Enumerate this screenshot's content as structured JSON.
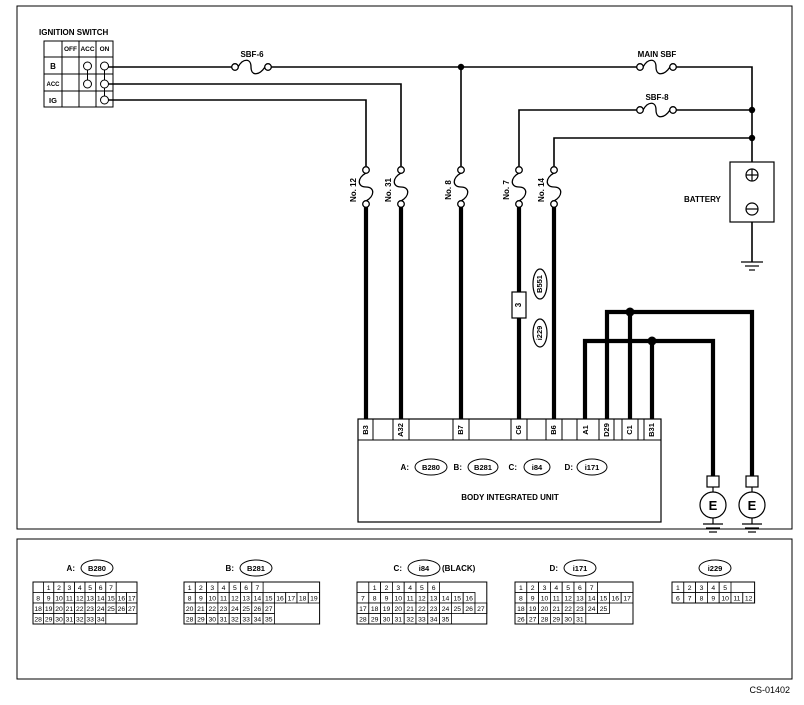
{
  "ignition_switch": {
    "title": "IGNITION SWITCH",
    "columns": [
      "OFF",
      "ACC",
      "ON"
    ],
    "rows": [
      "B",
      "ACC",
      "IG"
    ]
  },
  "fuses": {
    "sbf6": "SBF-6",
    "main_sbf": "MAIN SBF",
    "sbf8": "SBF-8",
    "no12": "No. 12",
    "no31": "No. 31",
    "no8": "No. 8",
    "no7": "No. 7",
    "no14": "No. 14"
  },
  "battery": {
    "label": "BATTERY"
  },
  "joint_connector": {
    "pin": "3",
    "connector1": "B551",
    "connector2": "i229"
  },
  "unit": {
    "pins": [
      "B3",
      "A32",
      "B7",
      "C6",
      "B6",
      "A1",
      "D29",
      "C1",
      "B31"
    ],
    "connector_prefixes": [
      "A:",
      "B:",
      "C:",
      "D:"
    ],
    "connectors": [
      "B280",
      "B281",
      "i84",
      "i171"
    ],
    "name": "BODY INTEGRATED UNIT"
  },
  "grounds": [
    "E",
    "E"
  ],
  "connector_views": [
    {
      "prefix": "A:",
      "id": "B280",
      "suffix": "",
      "rows": [
        [
          "1",
          "2",
          "3",
          "4",
          "5",
          "6",
          "7"
        ],
        [
          "8",
          "9",
          "10",
          "11",
          "12",
          "13",
          "14",
          "15",
          "16",
          "17"
        ],
        [
          "18",
          "19",
          "20",
          "21",
          "22",
          "23",
          "24",
          "25",
          "26",
          "27"
        ],
        [
          "28",
          "29",
          "30",
          "31",
          "32",
          "33",
          "34"
        ]
      ]
    },
    {
      "prefix": "B:",
      "id": "B281",
      "suffix": "",
      "rows": [
        [
          "1",
          "2",
          "3",
          "4",
          "5",
          "6",
          "7"
        ],
        [
          "8",
          "9",
          "10",
          "11",
          "12",
          "13",
          "14",
          "15",
          "16",
          "17",
          "18",
          "19"
        ],
        [
          "20",
          "21",
          "22",
          "23",
          "24",
          "25",
          "26",
          "27"
        ],
        [
          "28",
          "29",
          "30",
          "31",
          "32",
          "33",
          "34",
          "35"
        ]
      ]
    },
    {
      "prefix": "C:",
      "id": "i84",
      "suffix": "(BLACK)",
      "rows": [
        [
          "1",
          "2",
          "3",
          "4",
          "5",
          "6"
        ],
        [
          "7",
          "8",
          "9",
          "10",
          "11",
          "12",
          "13",
          "14",
          "15",
          "16"
        ],
        [
          "17",
          "18",
          "19",
          "20",
          "21",
          "22",
          "23",
          "24",
          "25",
          "26",
          "27"
        ],
        [
          "28",
          "29",
          "30",
          "31",
          "32",
          "33",
          "34",
          "35"
        ]
      ]
    },
    {
      "prefix": "D:",
      "id": "i171",
      "suffix": "",
      "rows": [
        [
          "1",
          "2",
          "3",
          "4",
          "5",
          "6",
          "7"
        ],
        [
          "8",
          "9",
          "10",
          "11",
          "12",
          "13",
          "14",
          "15",
          "16",
          "17"
        ],
        [
          "18",
          "19",
          "20",
          "21",
          "22",
          "23",
          "24",
          "25"
        ],
        [
          "26",
          "27",
          "28",
          "29",
          "30",
          "31"
        ]
      ]
    },
    {
      "prefix": "",
      "id": "i229",
      "suffix": "",
      "rows": [
        [
          "1",
          "2",
          "3",
          "4",
          "5"
        ],
        [
          "6",
          "7",
          "8",
          "9",
          "10",
          "11",
          "12"
        ]
      ]
    }
  ],
  "code": "CS-01402"
}
